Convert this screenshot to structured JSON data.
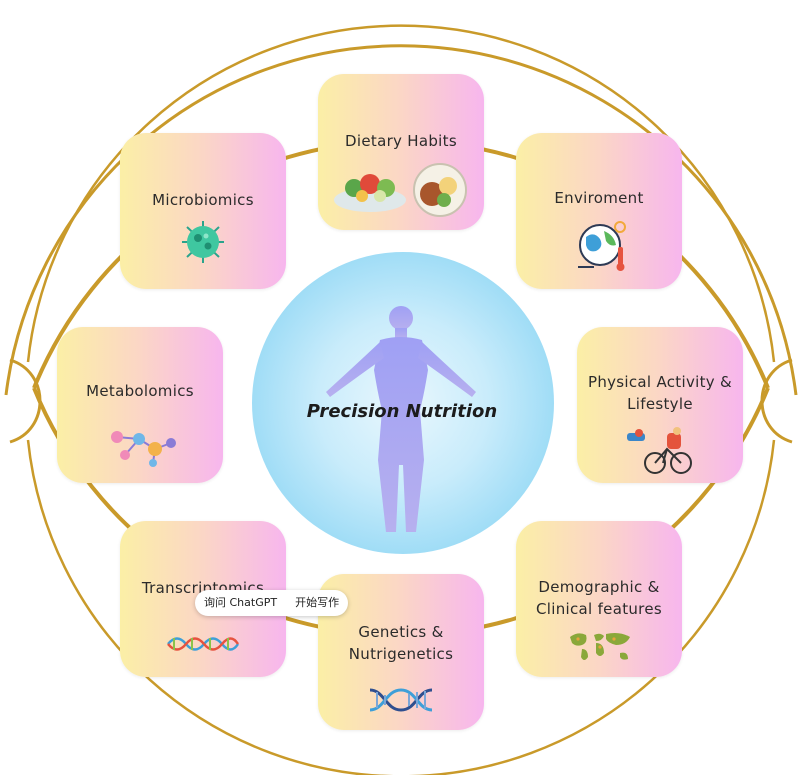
{
  "center": {
    "title": "Precision Nutrition"
  },
  "tiles": [
    {
      "label": "Dietary Habits",
      "icon": "food-plates-icon"
    },
    {
      "label": "Microbiomics",
      "icon": "microbe-icon"
    },
    {
      "label": "Enviroment",
      "icon": "globe-thermometer-icon"
    },
    {
      "label": "Metabolomics",
      "icon": "molecule-icon"
    },
    {
      "label": "Physical Activity & Lifestyle",
      "icon": "cyclist-icon"
    },
    {
      "label": "Transcriptomics",
      "icon": "rna-strand-icon"
    },
    {
      "label": "Genetics & Nutrigenetics",
      "icon": "dna-helix-icon"
    },
    {
      "label": "Demographic & Clinical features",
      "icon": "world-map-icon"
    }
  ],
  "popup": {
    "ask": "询问 ChatGPT",
    "write": "开始写作"
  },
  "colors": {
    "ring": "#c99a2a",
    "tile_gradient": [
      "#fbefa6",
      "#fbd6c6",
      "#f7b6ee"
    ],
    "glow": "#9edcf6",
    "figure": "#a8a6f0"
  }
}
